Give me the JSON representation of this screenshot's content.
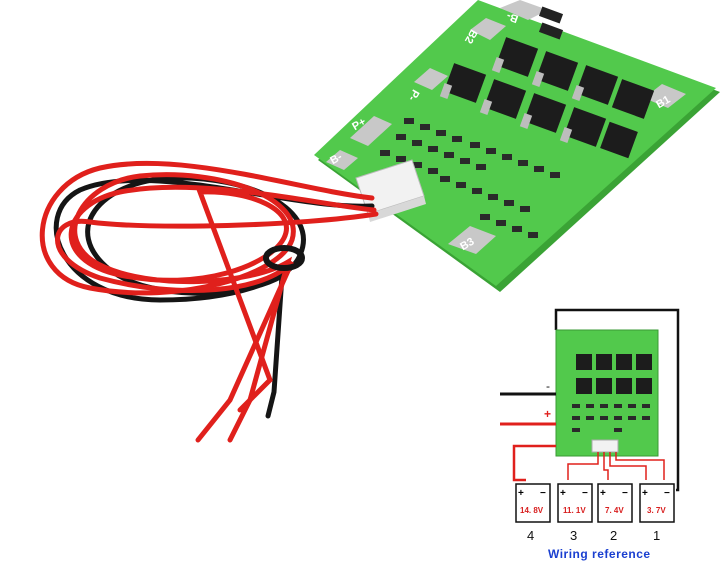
{
  "board": {
    "pad_labels": [
      "B-",
      "B2",
      "B1",
      "P-",
      "P+",
      "B-",
      "B3"
    ]
  },
  "wiring": {
    "terminal_minus": "-",
    "terminal_plus": "+",
    "cells": [
      {
        "number": "4",
        "voltage": "14. 8V",
        "plus": "+",
        "minus": "−"
      },
      {
        "number": "3",
        "voltage": "11. 1V",
        "plus": "+",
        "minus": "−"
      },
      {
        "number": "2",
        "voltage": "7. 4V",
        "plus": "+",
        "minus": "−"
      },
      {
        "number": "1",
        "voltage": "3. 7V",
        "plus": "+",
        "minus": "−"
      }
    ],
    "caption": "Wiring reference"
  },
  "colors": {
    "pcb_green": "#4fc64a",
    "wire_red": "#e0201c",
    "wire_black": "#151515",
    "caption_blue": "#1a3fd0",
    "voltage_red": "#d81e1e"
  }
}
